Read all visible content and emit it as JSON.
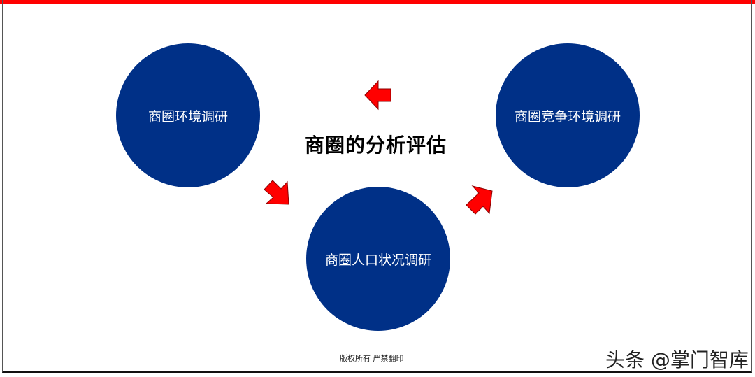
{
  "slide": {
    "title": "商圈的分析评估",
    "accent_color": "#ff0000",
    "circle_color": "#003087"
  },
  "nodes": [
    {
      "label": "商圈环境调研"
    },
    {
      "label": "商圈人口状况调研"
    },
    {
      "label": "商圈竞争环境调研"
    }
  ],
  "arrows": [
    {
      "direction": "down-right",
      "icon": "arrow-down-right-icon"
    },
    {
      "direction": "up-right",
      "icon": "arrow-up-right-icon"
    },
    {
      "direction": "left",
      "icon": "arrow-left-icon"
    }
  ],
  "footer": {
    "copyright": "版权所有 严禁翻印"
  },
  "watermark": {
    "text": "头条 @掌门智库"
  }
}
